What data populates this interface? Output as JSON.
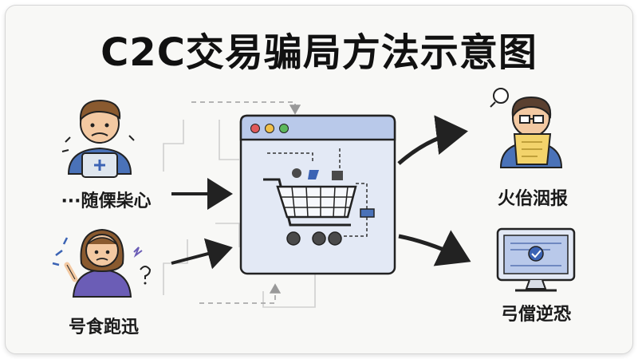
{
  "title": "C2C交易骗局方法示意图",
  "left": {
    "top_label": "···随傈枈心",
    "bottom_label": "号食跑迅"
  },
  "right": {
    "top_label": "火佁洇报",
    "bottom_label": "弓儅逆恐"
  },
  "colors": {
    "window_fill": "#e3e9f5",
    "window_bar": "#b9c9ea",
    "accent_blue": "#3b63b4",
    "shirt_blue": "#4a72b8",
    "purple": "#6b5db6",
    "yellow": "#f3d36b",
    "skin": "#f3c9a2",
    "hair_brown": "#8a5a2f"
  },
  "icons": [
    "worried-man-with-tablet",
    "stressed-woman",
    "shopping-cart-window",
    "man-reading-document",
    "monitor-with-check"
  ]
}
